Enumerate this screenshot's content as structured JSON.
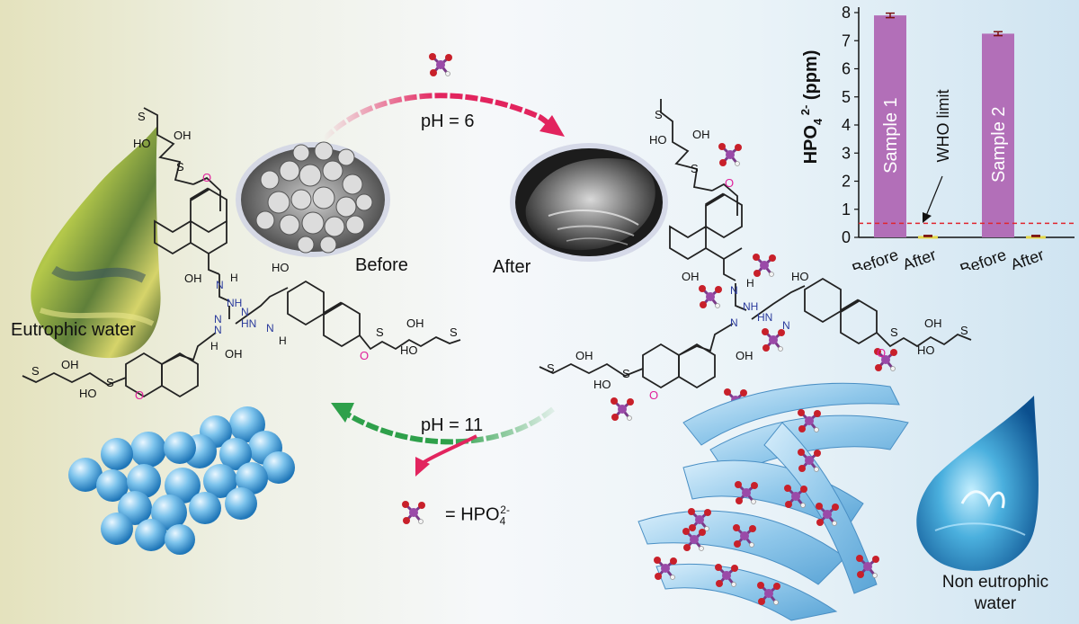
{
  "labels": {
    "eutrophic": "Eutrophic water",
    "non_eutrophic_1": "Non eutrophic",
    "non_eutrophic_2": "water",
    "before": "Before",
    "after": "After",
    "ph_top": "pH = 6",
    "ph_bottom": "pH = 11",
    "legend_eq": "= HPO",
    "legend_sub": "4",
    "legend_sup": "2-"
  },
  "chemistry": {
    "ho": "HO",
    "oh": "OH",
    "h": "H",
    "n": "N",
    "nh": "NH",
    "hn": "HN",
    "s": "S",
    "o": "O"
  },
  "colors": {
    "bar": "#b26fb8",
    "after_bar": "#e5d84b",
    "limit_line": "#e0262e",
    "arrow_top": "#e2245e",
    "arrow_bottom": "#2ea04a",
    "nitrogen_text": "#2a3a9c",
    "oxygen_text": "#e0209a",
    "phosphorus": "#9a4aa8",
    "oxygen_atom": "#c8202a"
  },
  "chart_data": {
    "type": "bar",
    "ylabel_main": "HPO",
    "ylabel_sub": "4",
    "ylabel_sup": "2-",
    "ylabel_unit": " (ppm)",
    "ylim": [
      0,
      8
    ],
    "yticks": [
      "0",
      "1",
      "2",
      "3",
      "4",
      "5",
      "6",
      "7",
      "8"
    ],
    "categories": [
      "Before",
      "After",
      "Before",
      "After"
    ],
    "values": [
      7.9,
      0.05,
      7.25,
      0.05
    ],
    "errors": [
      0.08,
      0.02,
      0.07,
      0.02
    ],
    "bar_labels": [
      "Sample 1",
      "",
      "Sample 2",
      ""
    ],
    "limit_value": 0.5,
    "limit_label": "WHO limit"
  }
}
